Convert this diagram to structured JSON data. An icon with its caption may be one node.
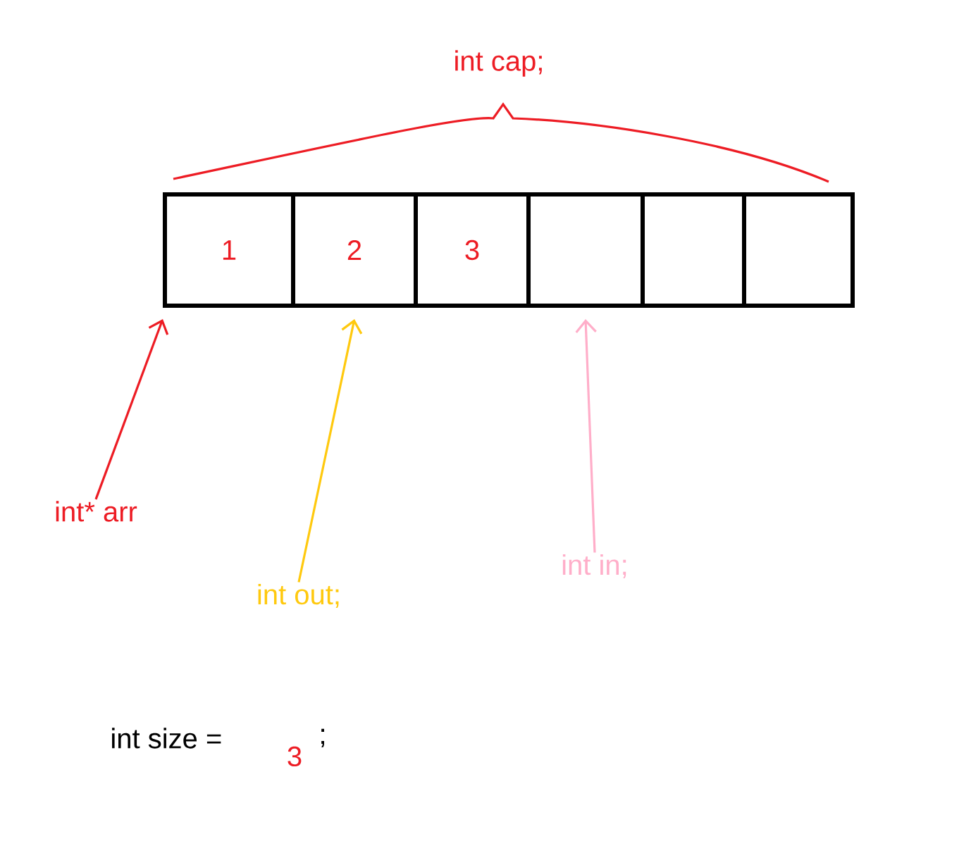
{
  "diagram": {
    "nodes": [
      {
        "text": [
          "1"
        ]
      },
      {
        "text": [
          "2"
        ]
      },
      {
        "text": [
          "3"
        ]
      },
      {
        "text": [],
        "shape": "box"
      },
      {
        "text": [],
        "shape": "box"
      },
      {
        "text": [],
        "shape": "box"
      },
      {
        "text": [
          "int* arr"
        ]
      },
      {
        "text": [
          "int out;"
        ]
      },
      {
        "text": [
          "int in;"
        ]
      }
    ],
    "edges": [
      {
        "from": 6,
        "to": 0,
        "arrow": "to",
        "color": "#ed1c24"
      },
      {
        "from": 7,
        "to": 1,
        "arrow": "to",
        "color": "#ffc90e"
      },
      {
        "from": 8,
        "to": 3,
        "arrow": "to",
        "color": "#ffaec9"
      }
    ],
    "labels": [
      "int cap;",
      "int size =",
      "3",
      ";"
    ]
  }
}
